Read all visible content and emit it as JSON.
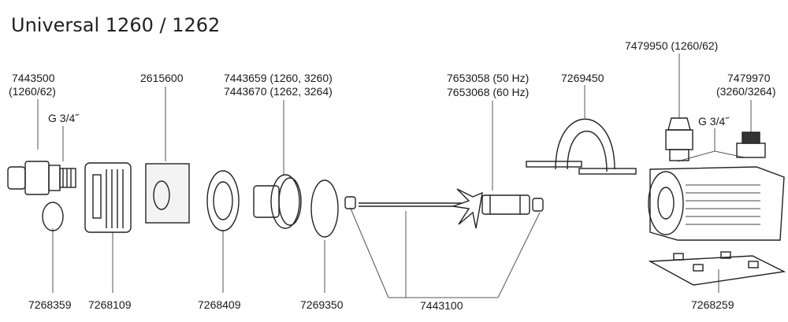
{
  "title": "Universal 1260 / 1262",
  "labels": {
    "p7443500": "7443500",
    "p7443500_note": "(1260/62)",
    "g34_left": "G 3/4˝",
    "p2615600": "2615600",
    "p7443659": "7443659 (1260, 3260)",
    "p7443670": "7443670 (1262, 3264)",
    "p7653058": "7653058  (50 Hz)",
    "p7653068": "7653068  (60 Hz)",
    "p7269450": "7269450",
    "p7479950": "7479950 (1260/62)",
    "p7479970": "7479970",
    "p7479970_note": "(3260/3264)",
    "g34_right": "G 3/4˝",
    "p7268359": "7268359",
    "p7268109": "7268109",
    "p7268409": "7268409",
    "p7269350": "7269350",
    "p7443100": "7443100",
    "p7268259": "7268259"
  }
}
